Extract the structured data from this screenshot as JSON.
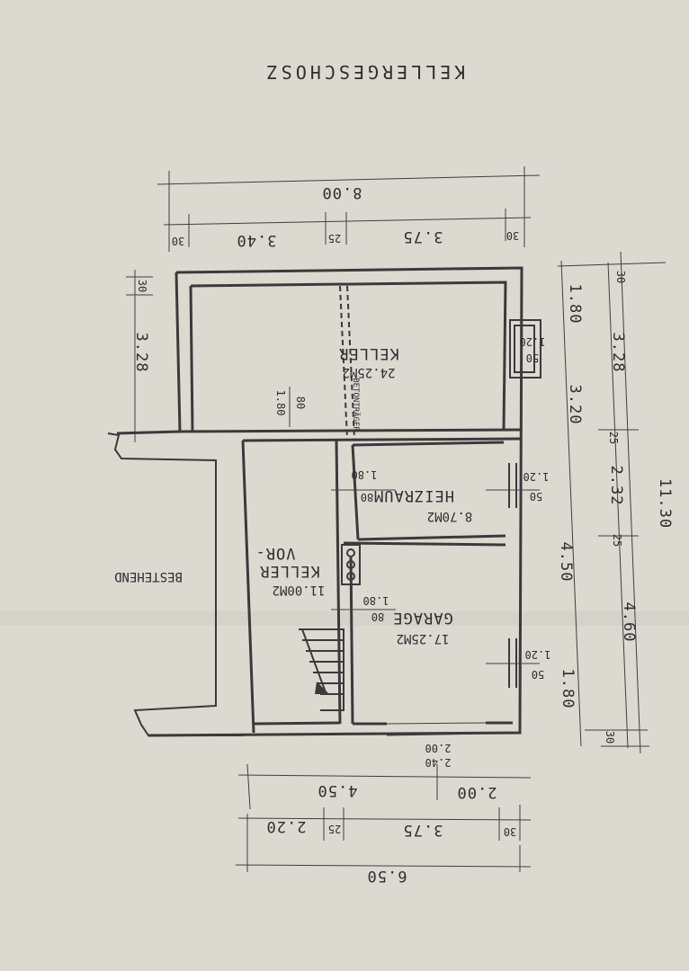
{
  "title": "KELLERGESCHOSZ",
  "rooms": {
    "keller": {
      "name": "KELLER",
      "area": "24.25M2"
    },
    "heizraum": {
      "name": "HEIZRAUM",
      "area": "8.70M2"
    },
    "vorkeller": {
      "name_line1": "VOR-",
      "name_line2": "KELLER",
      "area": "11.00M2"
    },
    "garage": {
      "name": "GARAGE",
      "area": "17.25M2"
    }
  },
  "labels": {
    "besteh": "BESTEHEND",
    "betontraeger": "BETONTRÄGER"
  },
  "dimensions": {
    "top_total": "8.00",
    "top_seg1": "30",
    "top_seg2": "3.40",
    "top_seg3": "25",
    "top_seg4": "3.75",
    "top_seg5": "30",
    "left_seg1": "30",
    "left_seg2": "3.28",
    "right_total": "11.30",
    "right_a1": "30",
    "right_a2": "3.28",
    "right_a3": "25",
    "right_a4": "2.32",
    "right_a5": "25",
    "right_a6": "4.60",
    "right_a7": "30",
    "right_b1": "1.80",
    "right_b2": "3.20",
    "right_b3": "4.50",
    "right_b4": "1.80",
    "bot_a1": "2.00",
    "bot_a2": "4.50",
    "bot_b1": "30",
    "bot_b2": "3.75",
    "bot_b3": "25",
    "bot_b4": "2.20",
    "bot_total": "6.50",
    "garage_door_w": "2.40",
    "garage_door_h": "2.00",
    "keller_win_w": "1.20",
    "keller_win_h": "50",
    "heiz_win_w": "1.20",
    "heiz_win_h": "50",
    "garage_win_w": "1.20",
    "garage_win_h": "50",
    "keller_door_w": "80",
    "keller_door_h": "1.80",
    "heiz_door_w": "80",
    "heiz_door_h": "1.80",
    "garage_door2_w": "80",
    "garage_door2_h": "1.80"
  },
  "colors": {
    "paper": "#dcd9d1",
    "ink": "#3a3a3c"
  }
}
